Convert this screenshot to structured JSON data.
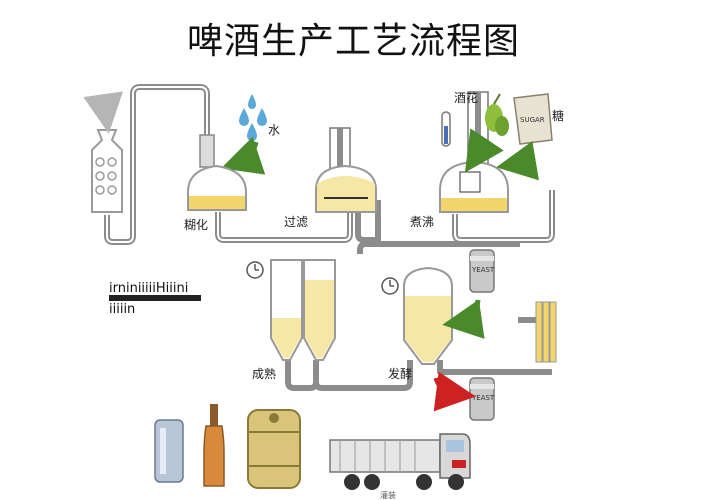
{
  "title": "啤酒生产工艺流程图",
  "labels": {
    "water": "水",
    "mashing": "糊化",
    "filtering": "过滤",
    "boiling": "煮沸",
    "hops": "酒花",
    "sugar": "糖",
    "sugar_bag": "SUGAR",
    "maturing": "成熟",
    "fermenting": "发酵",
    "yeast_top": "YEAST",
    "yeast_bottom": "YEAST",
    "garbled_line1": "irniniiiiiHiiini",
    "garbled_line2": "iiiiin",
    "truck_partial": "灌装"
  },
  "colors": {
    "pipe": "#8c8c8c",
    "liquid": "#f2d56b",
    "liquid_light": "#f7e7a6",
    "water": "#5aa9d9",
    "arrow_green": "#4a8a2a",
    "arrow_red": "#cc2222"
  }
}
